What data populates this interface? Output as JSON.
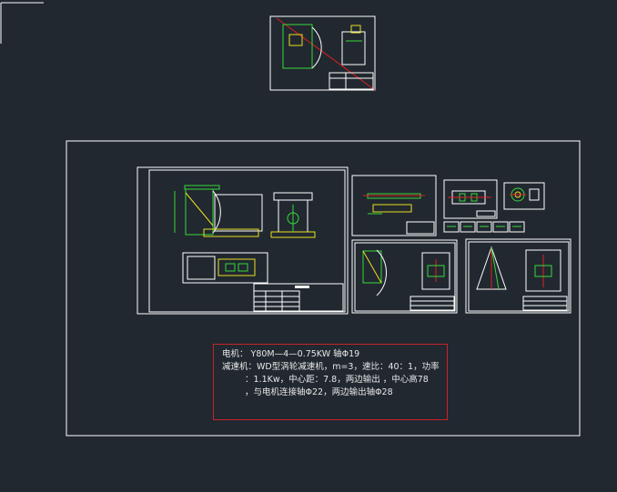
{
  "notes": {
    "motor": "电机：   Y80M—4—0.75KW  轴Φ19",
    "reducer": "减速机：WD型涡轮减速机，m=3，速比：40：1，功率",
    "reducer_cont1": "：1.1Kw，中心距：7.8，两边输出 ，中心高78",
    "reducer_cont2": "，与电机连接轴Φ22，两边输出轴Φ28"
  },
  "colors": {
    "background": "#212830",
    "frame": "#ffffff",
    "outline_green": "#38d838",
    "highlight_yellow": "#e8e020",
    "accent_red": "#e02020",
    "note_border": "#c8242a",
    "text": "#e8e8e8"
  }
}
